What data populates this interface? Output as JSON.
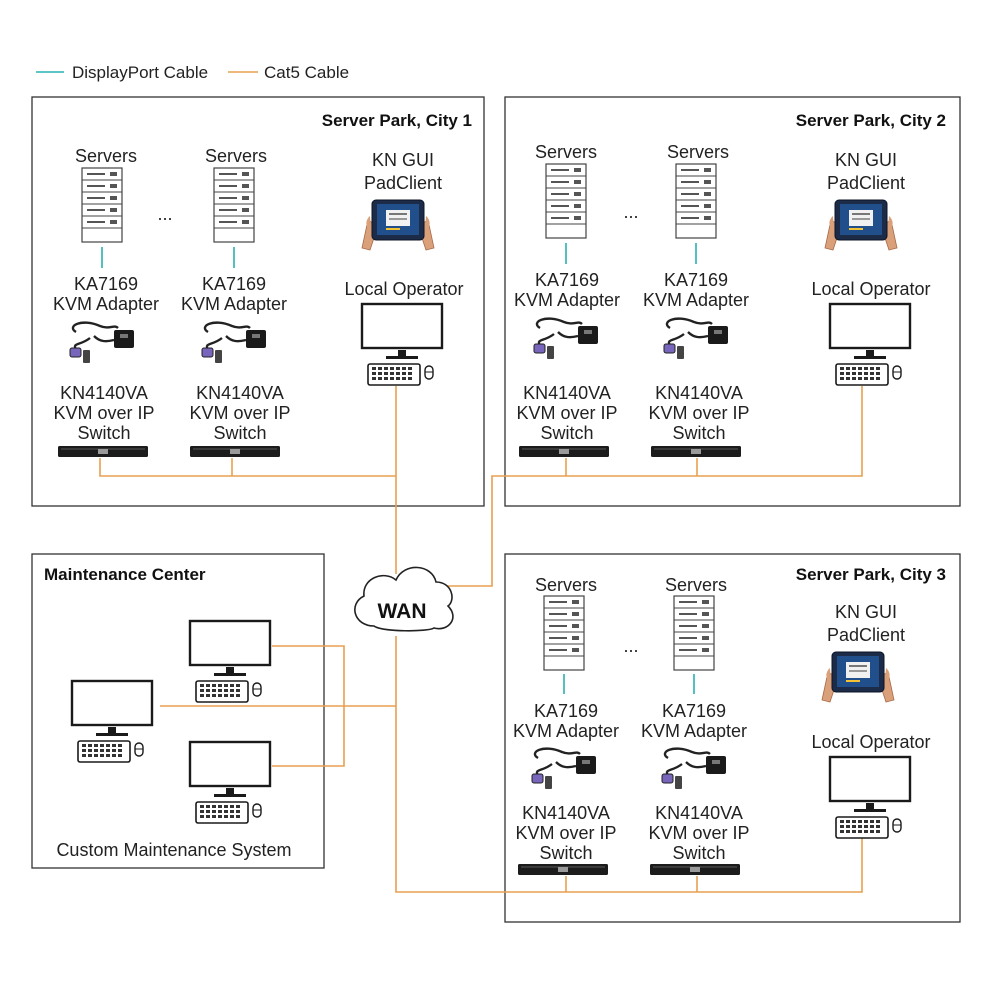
{
  "legend": {
    "displayport": "DisplayPort Cable",
    "cat5": "Cat5 Cable"
  },
  "colors": {
    "displayport": "#2ab0b0",
    "cat5": "#e8a050",
    "device": "#111111",
    "panel_border": "#333333"
  },
  "wan": {
    "label": "WAN"
  },
  "server_parks": [
    {
      "title": "Server Park, City 1",
      "servers_label": "Servers",
      "ellipsis": "...",
      "adapter": [
        "KA7169",
        "KVM Adapter"
      ],
      "switch": [
        "KN4140VA",
        "KVM over IP",
        "Switch"
      ],
      "pad": [
        "KN GUI",
        "PadClient"
      ],
      "operator": "Local Operator"
    },
    {
      "title": "Server Park, City 2",
      "servers_label": "Servers",
      "ellipsis": "...",
      "adapter": [
        "KA7169",
        "KVM Adapter"
      ],
      "switch": [
        "KN4140VA",
        "KVM over IP",
        "Switch"
      ],
      "pad": [
        "KN GUI",
        "PadClient"
      ],
      "operator": "Local Operator"
    },
    {
      "title": "Server Park, City 3",
      "servers_label": "Servers",
      "ellipsis": "...",
      "adapter": [
        "KA7169",
        "KVM Adapter"
      ],
      "switch": [
        "KN4140VA",
        "KVM over IP",
        "Switch"
      ],
      "pad": [
        "KN GUI",
        "PadClient"
      ],
      "operator": "Local Operator"
    }
  ],
  "maintenance": {
    "title": "Maintenance Center",
    "caption": "Custom Maintenance System"
  }
}
